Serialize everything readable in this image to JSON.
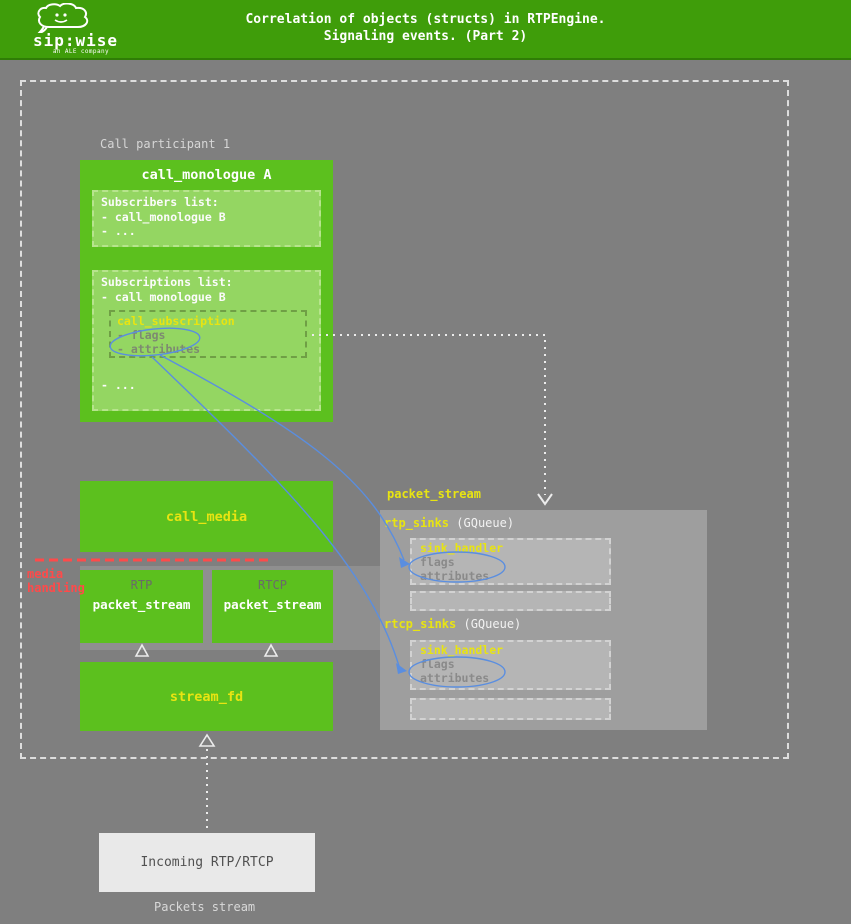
{
  "colors": {
    "header_green": "#3f9d0a",
    "box_green": "#5cc01e",
    "inner_green": "#94d662",
    "accent_yellow": "#e8e412",
    "accent_red": "#ff4a4a",
    "accent_blue": "#5a8ee0"
  },
  "header": {
    "brand": "sip:wise",
    "brand_sub": "an ALE company",
    "title_line1": "Correlation of objects (structs) in RTPEngine.",
    "title_line2": "Signaling events. (Part 2)"
  },
  "participant": {
    "label": "Call participant 1"
  },
  "call_monologue": {
    "title": "call_monologue A",
    "subscribers": {
      "title": "Subscribers list:",
      "items": [
        "- call_monologue B",
        "- ..."
      ]
    },
    "subscriptions": {
      "title": "Subscriptions list:",
      "item": "- call monologue B",
      "more": "- ...",
      "call_subscription": {
        "title": "call_subscription",
        "fields": [
          "- flags",
          "- attributes"
        ]
      }
    }
  },
  "call_media": {
    "title": "call_media"
  },
  "media_handling": {
    "line1": "media",
    "line2": "handling"
  },
  "streams": {
    "rtp": {
      "label": "RTP",
      "title": "packet_stream"
    },
    "rtcp": {
      "label": "RTCP",
      "title": "packet_stream"
    }
  },
  "stream_fd": {
    "title": "stream_fd"
  },
  "incoming": {
    "title": "Incoming RTP/RTCP",
    "caption": "Packets stream"
  },
  "sinks_panel": {
    "label": "packet_stream",
    "rtp_sinks": {
      "name": "rtp_sinks",
      "type": "(GQueue)",
      "sink_handler": {
        "title": "sink_handler",
        "fields": [
          "flags",
          "attributes"
        ]
      }
    },
    "rtcp_sinks": {
      "name": "rtcp_sinks",
      "type": "(GQueue)",
      "sink_handler": {
        "title": "sink_handler",
        "fields": [
          "flags",
          "attributes"
        ]
      }
    }
  }
}
